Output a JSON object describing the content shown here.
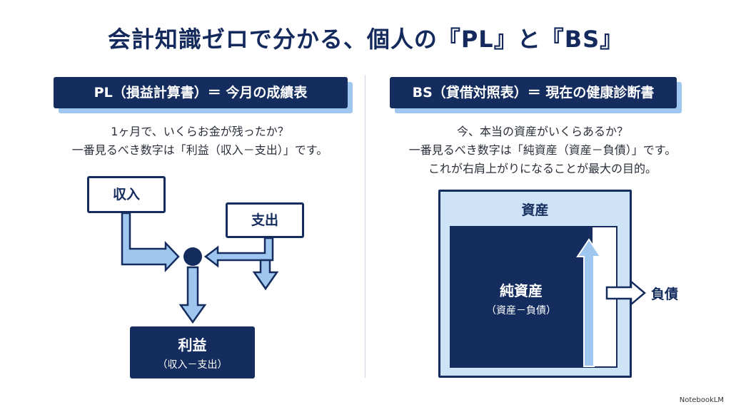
{
  "title": "会計知識ゼロで分かる、個人の『PL』と『BS』",
  "pl": {
    "header": "PL（損益計算書）＝ 今月の成績表",
    "desc_line1": "1ヶ月で、いくらお金が残ったか？",
    "desc_line2": "一番見るべき数字は「利益（収入－支出）」です。",
    "income": "収入",
    "expense": "支出",
    "profit": "利益",
    "profit_formula": "（収入－支出）"
  },
  "bs": {
    "header": "BS（貸借対照表）＝ 現在の健康診断書",
    "desc_line1": "今、本当の資産がいくらあるか？",
    "desc_line2": "一番見るべき数字は「純資産（資産－負債）」です。",
    "desc_line3": "これが右肩上がりになることが最大の目的。",
    "assets": "資産",
    "equity": "純資産",
    "equity_formula": "（資産－負債）",
    "liabilities": "負債"
  },
  "footer": "NotebookLM",
  "colors": {
    "navy": "#152d5e",
    "light_blue": "#9ec6ee",
    "pale_blue": "#cfe3f7"
  }
}
